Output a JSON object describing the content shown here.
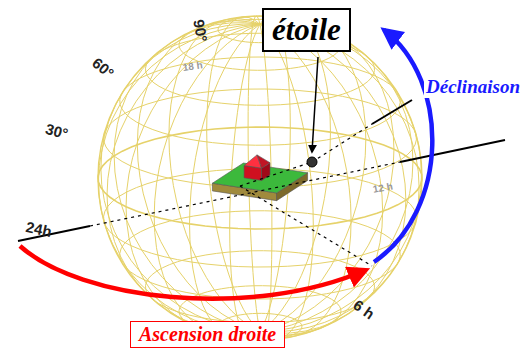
{
  "diagram": {
    "nodes": [
      {
        "text": [
          "étoile"
        ]
      },
      {
        "text": [
          "Ascension droite"
        ]
      }
    ],
    "labels": [
      "Déclinaison",
      "90°",
      "60°",
      "30°",
      "24h",
      "6 h",
      "18 h",
      "12 h"
    ]
  }
}
